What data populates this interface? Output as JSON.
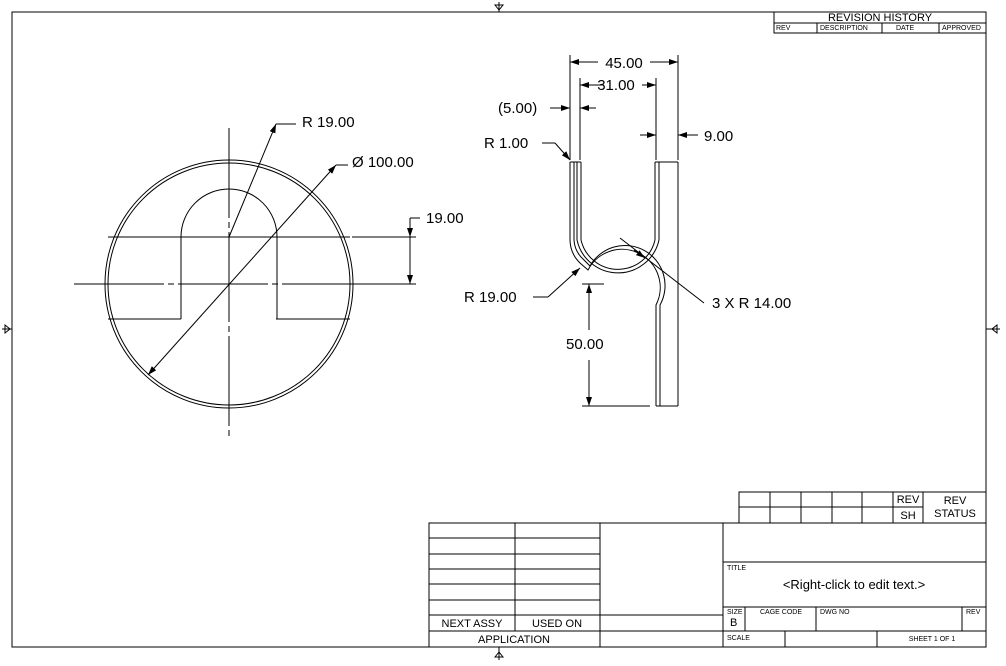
{
  "drawing": {
    "dims": {
      "r_19_left": "R 19.00",
      "dia_100": "Ø 100.00",
      "h_19": "19.00",
      "w_45": "45.00",
      "w_31": "31.00",
      "w_5": "(5.00)",
      "w_9": "9.00",
      "r_1": "R 1.00",
      "r_19_right": "R 19.00",
      "r_3x14": "3 X R 14.00",
      "h_50": "50.00"
    }
  },
  "revision_history": {
    "title": "REVISION HISTORY",
    "columns": [
      "REV",
      "DESCRIPTION",
      "DATE",
      "APPROVED"
    ]
  },
  "rev_status": {
    "rev_label": "REV",
    "sh_label": "SH",
    "status_label_1": "REV",
    "status_label_2": "STATUS"
  },
  "title_block": {
    "next_assy": "NEXT ASSY",
    "used_on": "USED ON",
    "application": "APPLICATION",
    "title_label": "TITLE",
    "title_text": "<Right-click to edit text.>",
    "size_label": "SIZE",
    "size_value": "B",
    "cage_code_label": "CAGE CODE",
    "dwg_no_label": "DWG NO",
    "rev_label": "REV",
    "scale_label": "SCALE",
    "sheet_label": "SHEET 1 OF 1"
  }
}
